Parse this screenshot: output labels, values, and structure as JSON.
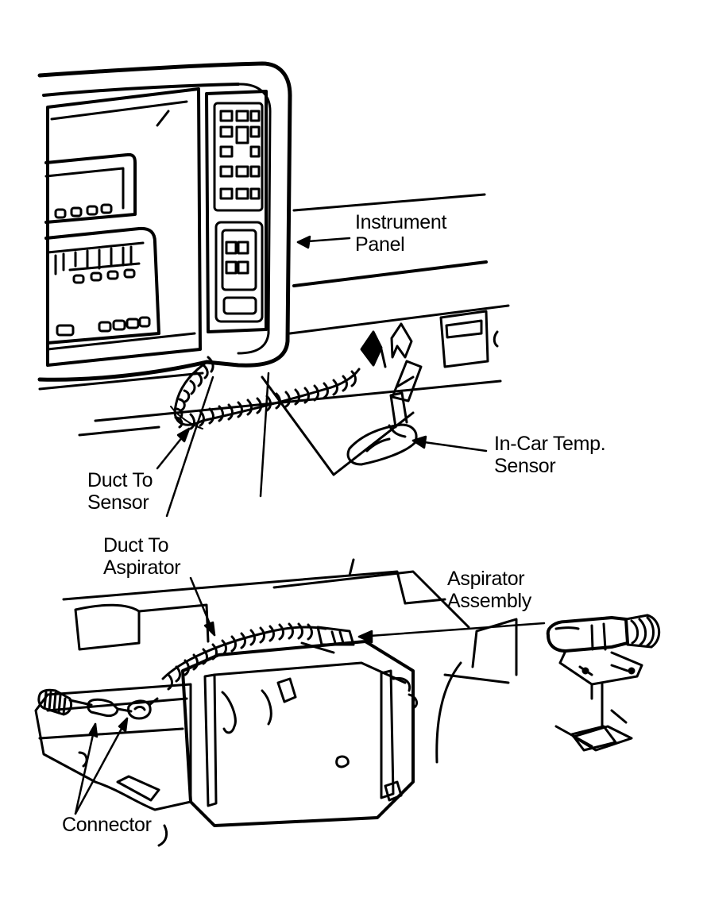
{
  "labels": {
    "instrument_panel": [
      "Instrument",
      "Panel"
    ],
    "in_car_temp_sensor": [
      "In-Car Temp.",
      "Sensor"
    ],
    "duct_to_sensor": [
      "Duct To",
      "Sensor"
    ],
    "duct_to_aspirator": [
      "Duct To",
      "Aspirator"
    ],
    "aspirator_assembly": [
      "Aspirator",
      "Assembly"
    ],
    "connector": "Connector"
  },
  "colors": {
    "ink": "#000000",
    "paper": "#ffffff"
  }
}
